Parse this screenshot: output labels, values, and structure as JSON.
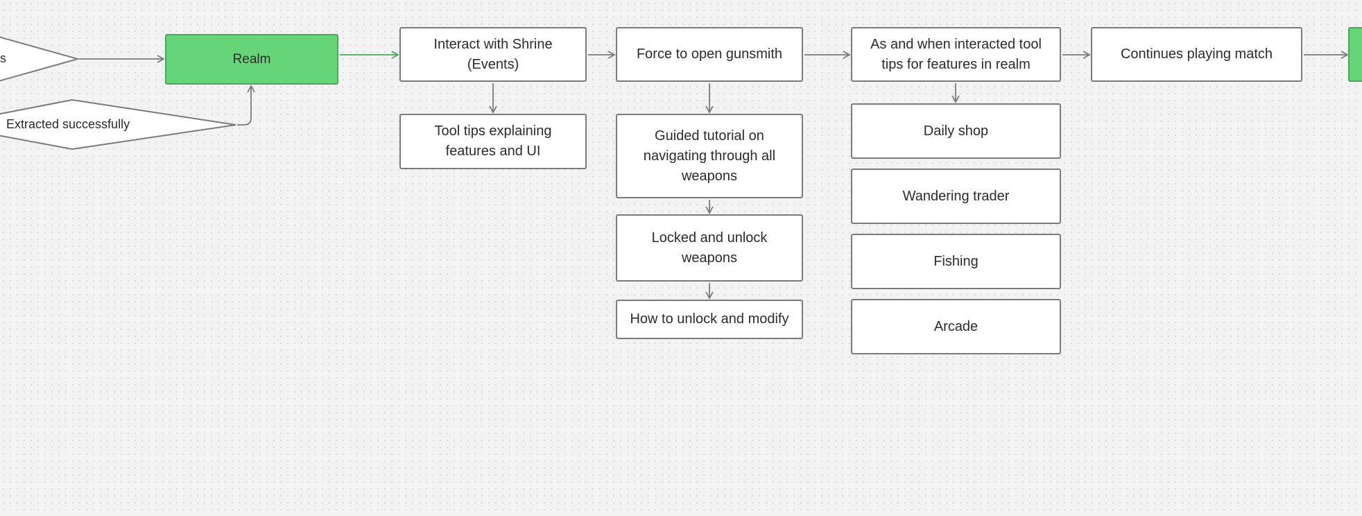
{
  "colors": {
    "background": "#f3f3f3",
    "node_border": "#7a7a7a",
    "highlight_fill": "#66d577",
    "highlight_border": "#4aa85a",
    "connector": "#7a7a7a",
    "connector_highlight": "#4aa85a"
  },
  "nodes": {
    "decision_left_partial": "s",
    "decision_extracted": "Extracted successfully",
    "realm": "Realm",
    "shrine": "Interact with Shrine (Events)",
    "shrine_tooltips": "Tool tips explaining features and UI",
    "gunsmith": "Force to open gunsmith",
    "guided_tutorial": "Guided tutorial on navigating through all weapons",
    "locked_weapons": "Locked and unlock weapons",
    "unlock_modify": "How to unlock and modify",
    "realm_tooltips": "As and when interacted tool tips for features in realm",
    "daily_shop": "Daily shop",
    "wandering_trader": "Wandering trader",
    "fishing": "Fishing",
    "arcade": "Arcade",
    "continues_match": "Continues playing match"
  }
}
